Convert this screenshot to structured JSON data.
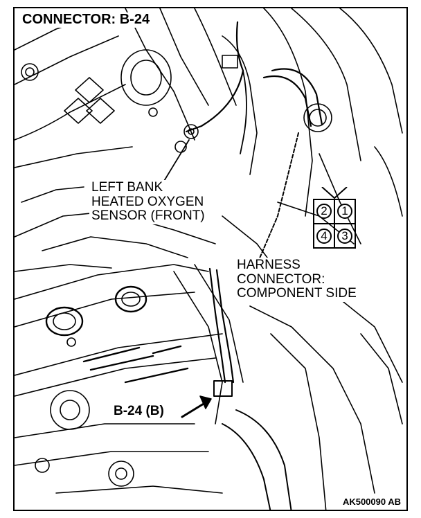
{
  "title": "CONNECTOR: B-24",
  "sensor_label": {
    "line1": "LEFT BANK",
    "line2": "HEATED OXYGEN",
    "line3": "SENSOR (FRONT)"
  },
  "harness_label": {
    "line1": "HARNESS",
    "line2": "CONNECTOR:",
    "line3": "COMPONENT SIDE"
  },
  "connector_ref": "B-24 (B)",
  "pins": {
    "p1": "1",
    "p2": "2",
    "p3": "3",
    "p4": "4"
  },
  "diagram_code": "AK500090 AB"
}
